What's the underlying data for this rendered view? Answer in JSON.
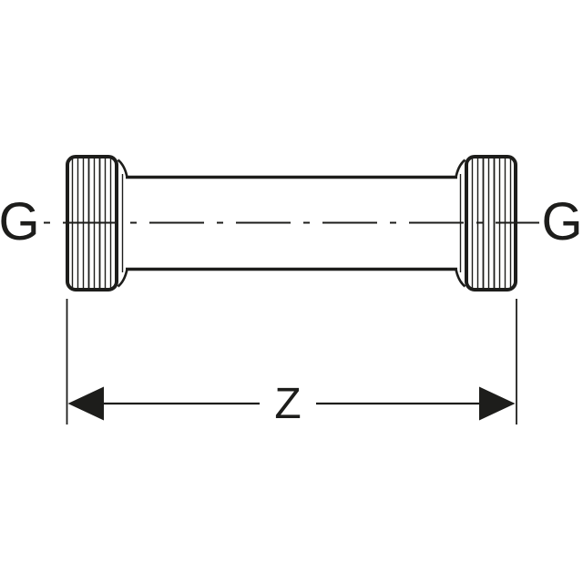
{
  "drawing": {
    "kind": "technical-line-drawing",
    "subject": "pipe union fitting with two knurled union nuts, side elevation with length dimension",
    "labels": {
      "thread_left": "G",
      "thread_right": "G",
      "length_dimension": "Z"
    },
    "colors": {
      "line": "#1d1d1b",
      "background": "#ffffff"
    }
  }
}
